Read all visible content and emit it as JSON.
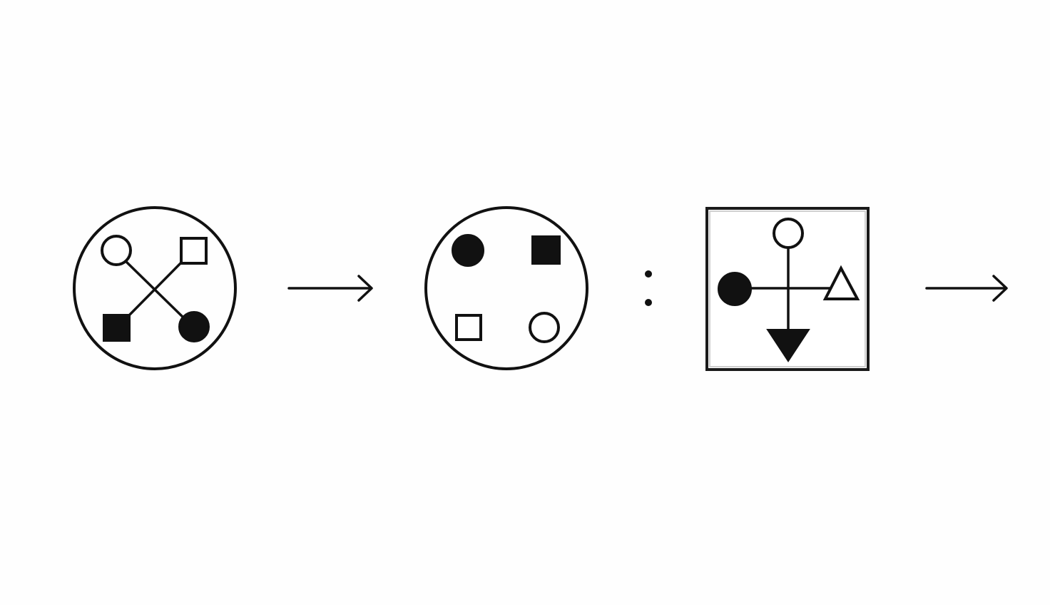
{
  "diagram": {
    "type": "analogy-puzzle",
    "colors": {
      "ink": "#111111",
      "background": "#fefefe"
    },
    "panels": [
      {
        "id": "source",
        "frame": "circle",
        "elements": [
          {
            "shape": "circle",
            "fill": "hollow",
            "corner": "top-left"
          },
          {
            "shape": "square",
            "fill": "hollow",
            "corner": "top-right"
          },
          {
            "shape": "square",
            "fill": "filled",
            "corner": "bottom-left"
          },
          {
            "shape": "circle",
            "fill": "filled",
            "corner": "bottom-right"
          }
        ],
        "connectors": "diagonal-cross"
      },
      {
        "id": "result",
        "frame": "circle",
        "elements": [
          {
            "shape": "circle",
            "fill": "filled",
            "corner": "top-left"
          },
          {
            "shape": "square",
            "fill": "filled",
            "corner": "top-right"
          },
          {
            "shape": "square",
            "fill": "hollow",
            "corner": "bottom-left"
          },
          {
            "shape": "circle",
            "fill": "hollow",
            "corner": "bottom-right"
          }
        ],
        "connectors": "none"
      },
      {
        "id": "query",
        "frame": "square",
        "elements": [
          {
            "shape": "circle",
            "fill": "hollow",
            "side": "top"
          },
          {
            "shape": "circle",
            "fill": "filled",
            "side": "left"
          },
          {
            "shape": "triangle-up",
            "fill": "hollow",
            "side": "right"
          },
          {
            "shape": "triangle-down",
            "fill": "filled",
            "side": "bottom"
          }
        ],
        "connectors": "orthogonal-cross"
      }
    ],
    "symbols": [
      {
        "id": "arrow-1",
        "kind": "right-arrow"
      },
      {
        "id": "ratio",
        "kind": "colon"
      },
      {
        "id": "arrow-2",
        "kind": "right-arrow"
      }
    ],
    "answer": "missing"
  }
}
